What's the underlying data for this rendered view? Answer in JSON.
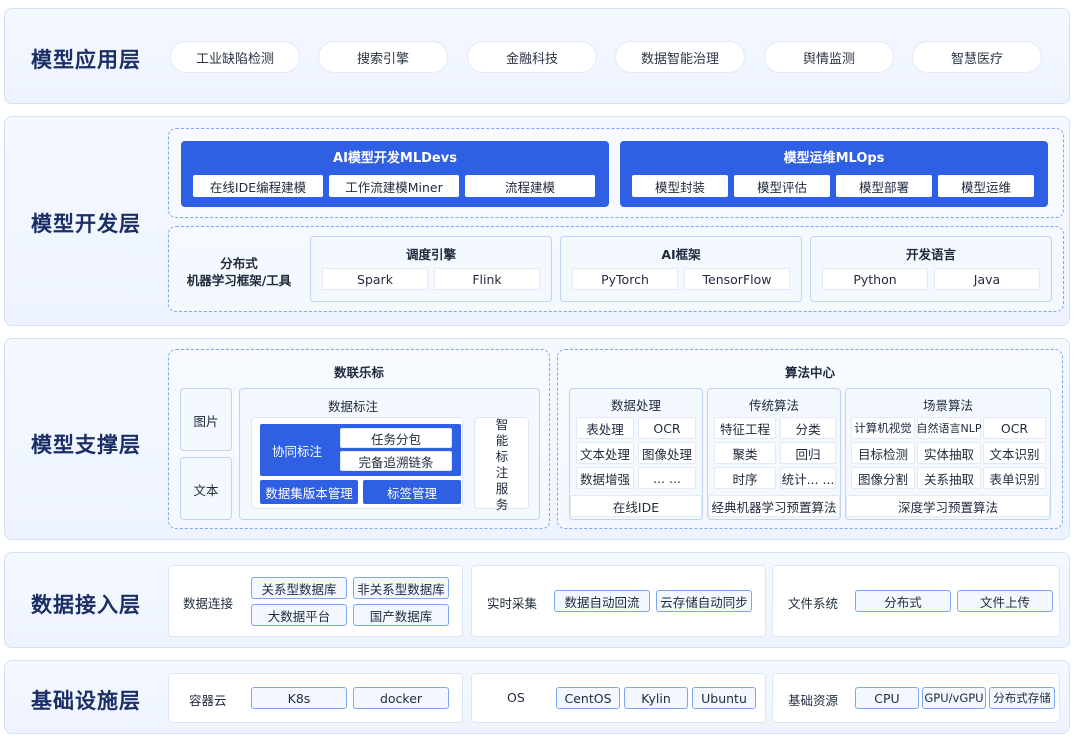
{
  "layers": {
    "app": {
      "title": "模型应用层",
      "items": [
        "工业缺陷检测",
        "搜索引擎",
        "金融科技",
        "数据智能治理",
        "舆情监测",
        "智慧医疗"
      ]
    },
    "dev": {
      "title": "模型开发层",
      "mldevs": {
        "title": "AI模型开发MLDevs",
        "items": [
          "在线IDE编程建模",
          "工作流建模Miner",
          "流程建模"
        ]
      },
      "mlops": {
        "title": "模型运维MLOps",
        "items": [
          "模型封装",
          "模型评估",
          "模型部署",
          "模型运维"
        ]
      },
      "framework_label": [
        "分布式",
        "机器学习框架/工具"
      ],
      "engine": {
        "title": "调度引擎",
        "items": [
          "Spark",
          "Flink"
        ]
      },
      "ai": {
        "title": "AI框架",
        "items": [
          "PyTorch",
          "TensorFlow"
        ]
      },
      "lang": {
        "title": "开发语言",
        "items": [
          "Python",
          "Java"
        ]
      }
    },
    "support": {
      "title": "模型支撑层",
      "shulian": {
        "title": "数联乐标",
        "left_items": [
          "图片",
          "文本"
        ],
        "annot_title": "数据标注",
        "collab": "协同标注",
        "collab_items": [
          "任务分包",
          "完备追溯链条"
        ],
        "version": "数据集版本管理",
        "tag": "标签管理",
        "smart": [
          "智",
          "能",
          "标",
          "注",
          "服",
          "务"
        ]
      },
      "algo": {
        "title": "算法中心",
        "data_proc": {
          "title": "数据处理",
          "items": [
            "表处理",
            "OCR",
            "文本处理",
            "图像处理",
            "数据增强",
            "... ..."
          ],
          "footer": "在线IDE"
        },
        "traditional": {
          "title": "传统算法",
          "items": [
            "特征工程",
            "分类",
            "聚类",
            "回归",
            "时序",
            "统计... ..."
          ],
          "footer": "经典机器学习预置算法"
        },
        "scene": {
          "title": "场景算法",
          "items": [
            "计算机视觉",
            "自然语言NLP",
            "OCR",
            "目标检测",
            "实体抽取",
            "文本识别",
            "图像分割",
            "关系抽取",
            "表单识别"
          ],
          "footer": "深度学习预置算法"
        }
      }
    },
    "ingest": {
      "title": "数据接入层",
      "conn": {
        "label": "数据连接",
        "items": [
          "关系型数据库",
          "非关系型数据库",
          "大数据平台",
          "国产数据库"
        ]
      },
      "realtime": {
        "label": "实时采集",
        "items": [
          "数据自动回流",
          "云存储自动同步"
        ]
      },
      "fs": {
        "label": "文件系统",
        "items": [
          "分布式",
          "文件上传"
        ]
      }
    },
    "infra": {
      "title": "基础设施层",
      "container": {
        "label": "容器云",
        "items": [
          "K8s",
          "docker"
        ]
      },
      "os": {
        "label": "OS",
        "items": [
          "CentOS",
          "Kylin",
          "Ubuntu"
        ]
      },
      "res": {
        "label": "基础资源",
        "items": [
          "CPU",
          "GPU/vGPU",
          "分布式存储"
        ]
      }
    }
  },
  "colors": {
    "accent": "#2f5fe3",
    "title": "#1b2f66",
    "dash": "#7fa6f0"
  }
}
